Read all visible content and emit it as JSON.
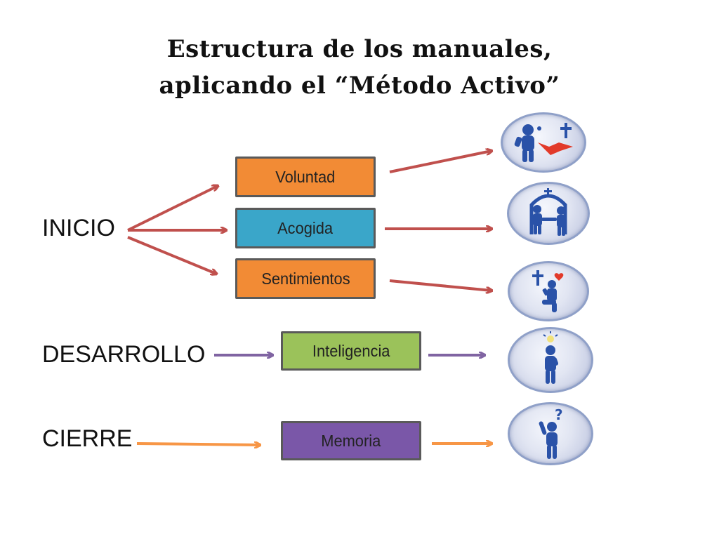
{
  "title": {
    "line1": "Estructura de los manuales,",
    "line2": "aplicando el “Método Activo”"
  },
  "stages": {
    "inicio": "INICIO",
    "desarrollo": "DESARROLLO",
    "cierre": "CIERRE"
  },
  "boxes": {
    "voluntad": {
      "label": "Voluntad",
      "color": "#f28b35"
    },
    "acogida": {
      "label": "Acogida",
      "color": "#3aa6c9"
    },
    "sentimientos": {
      "label": "Sentimientos",
      "color": "#f28b35"
    },
    "inteligencia": {
      "label": "Inteligencia",
      "color": "#9bc25a"
    },
    "memoria": {
      "label": "Memoria",
      "color": "#7a57a8"
    }
  },
  "arrow_colors": {
    "inicio": "#c0504d",
    "desarrollo": "#8064a2",
    "cierre": "#f79646"
  },
  "icons": [
    "figure-rejecting-cross-icon",
    "figures-handshake-arch-icon",
    "figure-kneeling-praying-icon",
    "figure-thinking-lightbulb-icon",
    "figure-question-mark-icon"
  ]
}
